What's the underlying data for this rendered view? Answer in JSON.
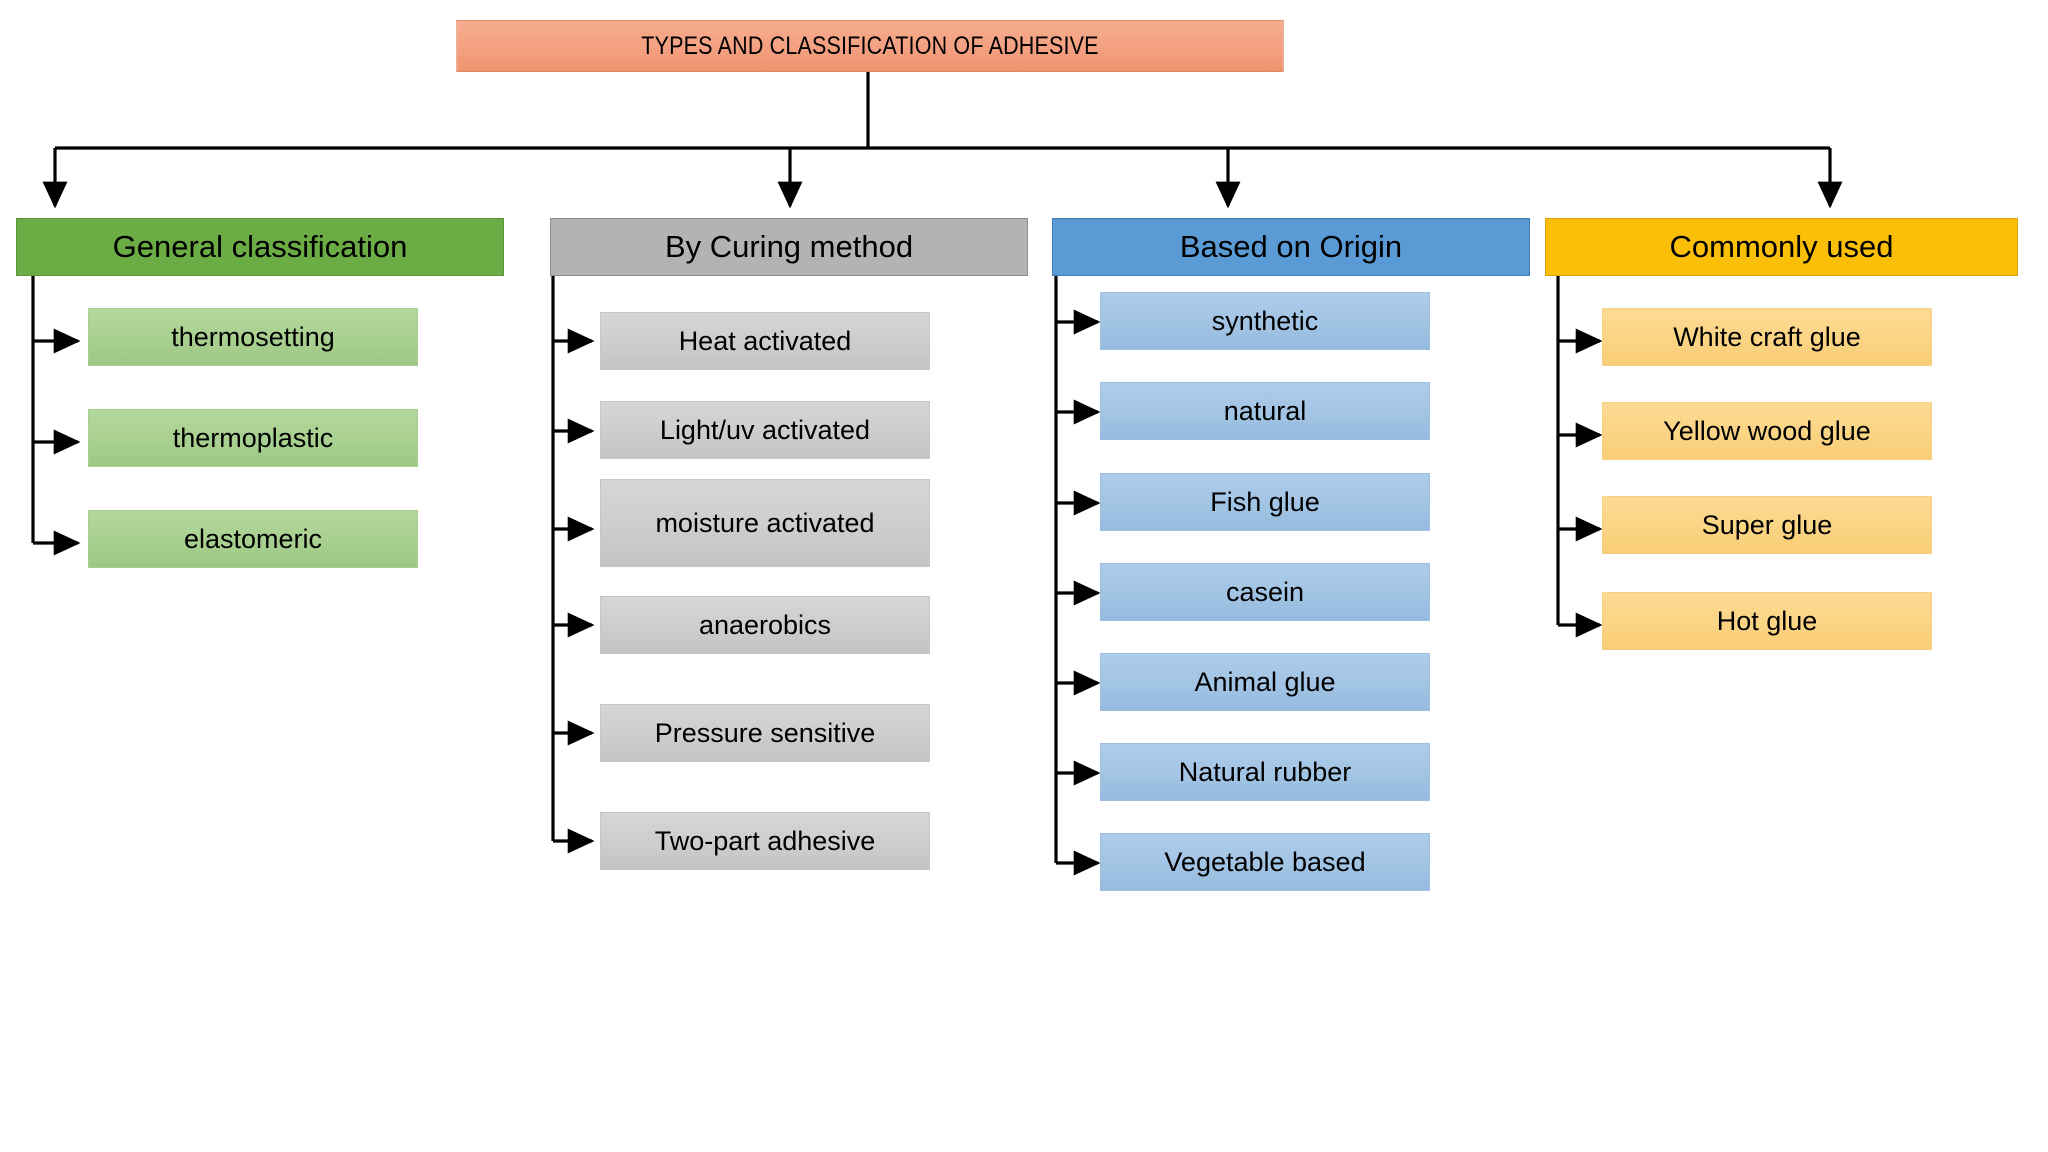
{
  "diagram": {
    "title": "TYPES AND CLASSIFICATION OF ADHESIVE",
    "columns": [
      {
        "id": "general-classification",
        "header": "General classification",
        "color": "#6cac44",
        "child_color": "#a8d090",
        "items": [
          "thermosetting",
          "thermoplastic",
          "elastomeric"
        ]
      },
      {
        "id": "by-curing-method",
        "header": "By Curing method",
        "color": "#b3b3b3",
        "child_color": "#cdcdcd",
        "items": [
          "Heat activated",
          "Light/uv activated",
          "moisture activated",
          "anaerobics",
          "Pressure sensitive",
          "Two-part adhesive"
        ]
      },
      {
        "id": "based-on-origin",
        "header": "Based on Origin",
        "color": "#5b9bd5",
        "child_color": "#a2c4e4",
        "items": [
          "synthetic",
          "natural",
          "Fish glue",
          "casein",
          "Animal glue",
          "Natural rubber",
          "Vegetable based"
        ]
      },
      {
        "id": "commonly-used",
        "header": "Commonly used",
        "color": "#fcbf07",
        "child_color": "#fbd484",
        "items": [
          "White craft glue",
          "Yellow wood glue",
          "Super glue",
          "Hot glue"
        ]
      }
    ],
    "title_color": "#f4a283",
    "connector_color": "#000000"
  }
}
